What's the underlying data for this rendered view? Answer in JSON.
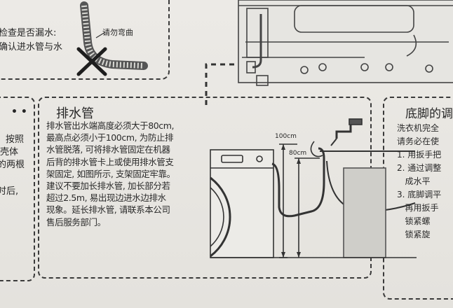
{
  "top_left": {
    "line1": "检查是否漏水:",
    "line2": "确认进水管与水",
    "caption": "请勿弯曲"
  },
  "left_fragment": {
    "dots": "• •",
    "line1": "按照",
    "line2": "壳体",
    "line3": "的两根",
    "line4": "时后,"
  },
  "drain": {
    "title": "排水管",
    "lines": [
      "排水管出水端高度必须大于80cm,",
      "最高点必须小于100cm, 为防止排",
      "水管脱落, 可将排水管固定在机器",
      "后背的排水管卡上或使用排水管支",
      "架固定, 如图所示, 支架固定牢靠。",
      "建议不要加长排水管, 加长部分若",
      "超过2.5m, 易出现边进水边排水",
      "现象。延长排水管, 请联系本公司",
      "售后服务部门。"
    ],
    "label_100": "100cm",
    "label_80": "80cm"
  },
  "feet": {
    "title": "底脚的调",
    "lines": [
      "洗衣机完全",
      "请务必在使",
      "1. 用扳手把",
      "2. 通过调整",
      "   成水平",
      "3. 底脚调平",
      "   再用扳手",
      "   锁紧螺",
      "   锁紧旋"
    ]
  }
}
